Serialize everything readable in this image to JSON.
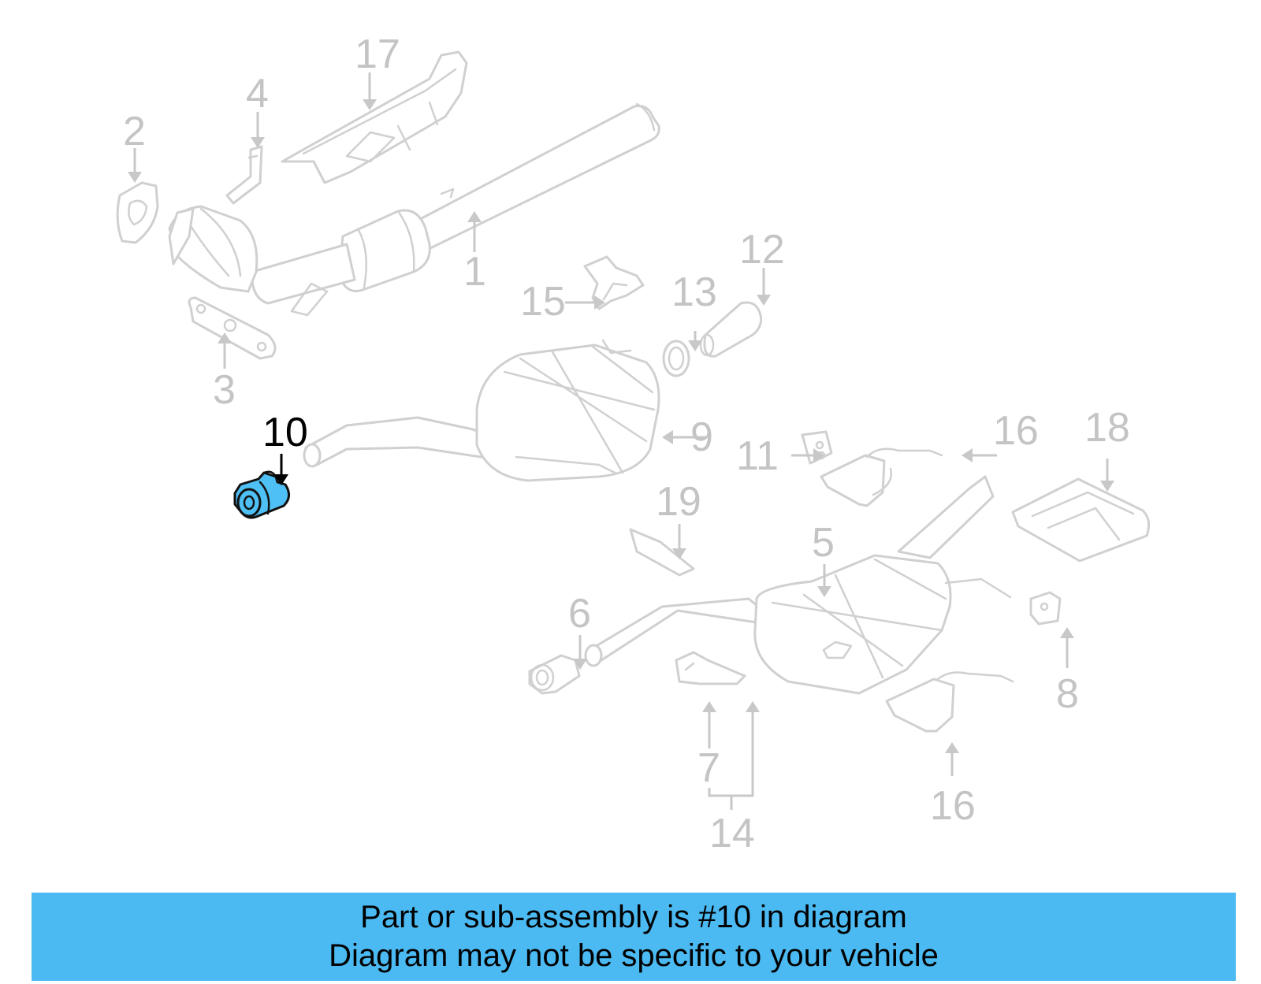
{
  "diagram": {
    "highlight_color": "#4fc0f5",
    "part_color": "#d0d0d0",
    "callouts": {
      "c1": "1",
      "c2": "2",
      "c3": "3",
      "c4": "4",
      "c5": "5",
      "c6": "6",
      "c7": "7",
      "c8": "8",
      "c9": "9",
      "c10": "10",
      "c11": "11",
      "c12": "12",
      "c13": "13",
      "c14": "14",
      "c15": "15",
      "c16a": "16",
      "c16b": "16",
      "c17": "17",
      "c18": "18",
      "c19": "19"
    }
  },
  "banner": {
    "background": "#4cbaf2",
    "line1": "Part or sub-assembly is #10 in diagram",
    "line2": "Diagram may not be specific to your vehicle"
  }
}
